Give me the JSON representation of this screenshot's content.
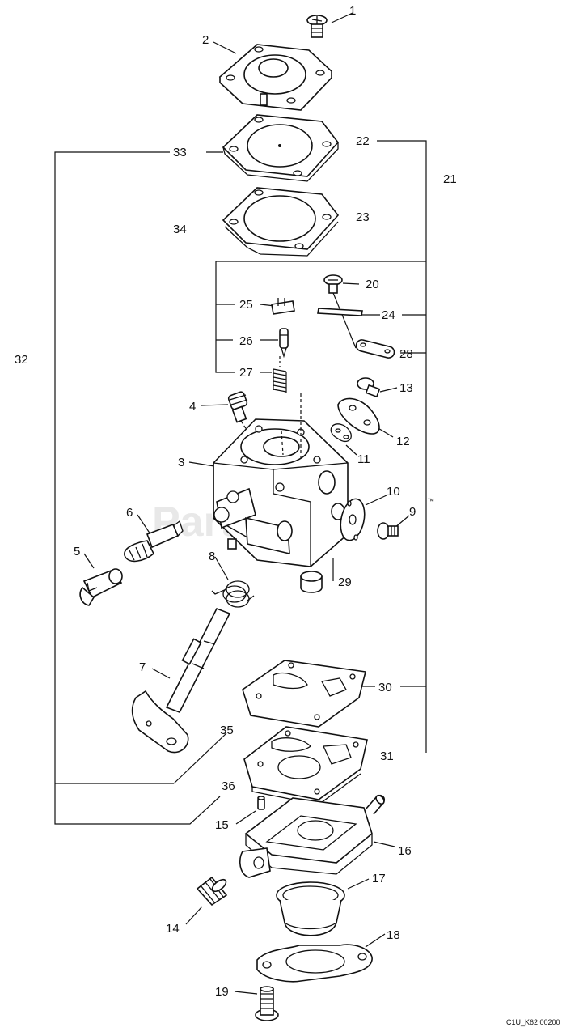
{
  "watermark": "PartsTree",
  "watermark_tm": "™",
  "drawing_code": "C1U_K62 00200",
  "callouts": [
    "1",
    "2",
    "3",
    "4",
    "5",
    "6",
    "7",
    "8",
    "9",
    "10",
    "11",
    "12",
    "13",
    "14",
    "15",
    "16",
    "17",
    "18",
    "19",
    "20",
    "21",
    "22",
    "23",
    "24",
    "25",
    "26",
    "27",
    "28",
    "29",
    "30",
    "31",
    "32",
    "33",
    "34",
    "35",
    "36"
  ]
}
